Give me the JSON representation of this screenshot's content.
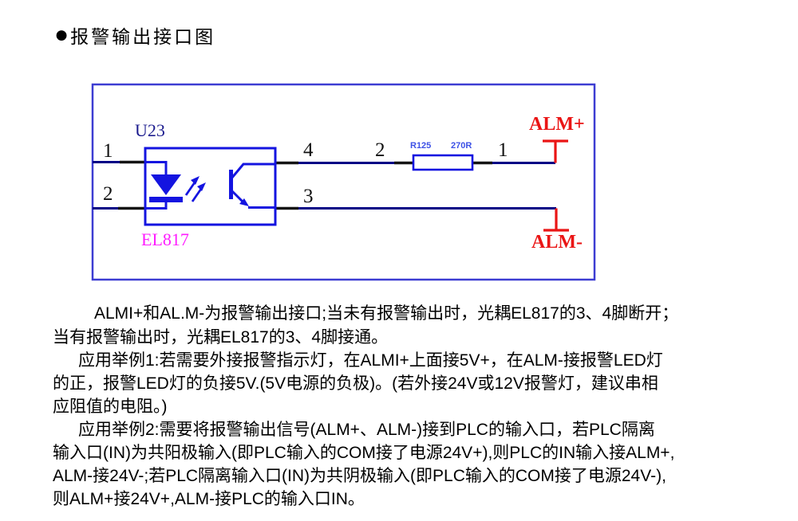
{
  "title": {
    "bullet": "●",
    "text": "报警输出接口图"
  },
  "circuit": {
    "optocoupler": {
      "designator": "U23",
      "part_number": "EL817"
    },
    "resistor": {
      "designator": "R125",
      "value": "270R"
    },
    "pins": {
      "anode": "1",
      "cathode": "2",
      "collector": "4",
      "emitter": "3"
    },
    "net_labels": {
      "resistor_in": "2",
      "resistor_out": "1"
    },
    "terminals": {
      "positive": "ALM+",
      "negative": "ALM-"
    },
    "colors": {
      "frame_blue": "#3d3dd2",
      "symbol_blue": "#1414e0",
      "wire_navy": "#000085",
      "terminal_red": "#ea1515",
      "part_magenta": "#ff1cff",
      "designator_navy": "#1c1c8e"
    }
  },
  "body": {
    "lines": [
      {
        "text": "ALMI+和AL.M-为报警输出接口;当未有报警输出时，光耦EL817的3、4脚断开；"
      },
      {
        "text": "当有报警输出时，光耦EL817的3、4脚接通。"
      },
      {
        "text": "应用举例1:若需要外接报警指示灯，在ALMI+上面接5V+，在ALM-接报警LED灯"
      },
      {
        "text": "的正，报警LED灯的负接5V.(5V电源的负极)。(若外接24V或12V报警灯，建议串相"
      },
      {
        "text": "应阻值的电阻。)"
      },
      {
        "text": "应用举例2:需要将报警输出信号(ALM+、ALM-)接到PLC的输入口，若PLC隔离"
      },
      {
        "text": "输入口(IN)为共阳极输入(即PLC输入的COM接了电源24V+),则PLC的IN输入接ALM+,"
      },
      {
        "text": "ALM-接24V-;若PLC隔离输入口(IN)为共阴极输入(即PLC输入的COM接了电源24V-),"
      },
      {
        "text": "则ALM+接24V+,ALM-接PLC的输入口IN。"
      }
    ]
  }
}
